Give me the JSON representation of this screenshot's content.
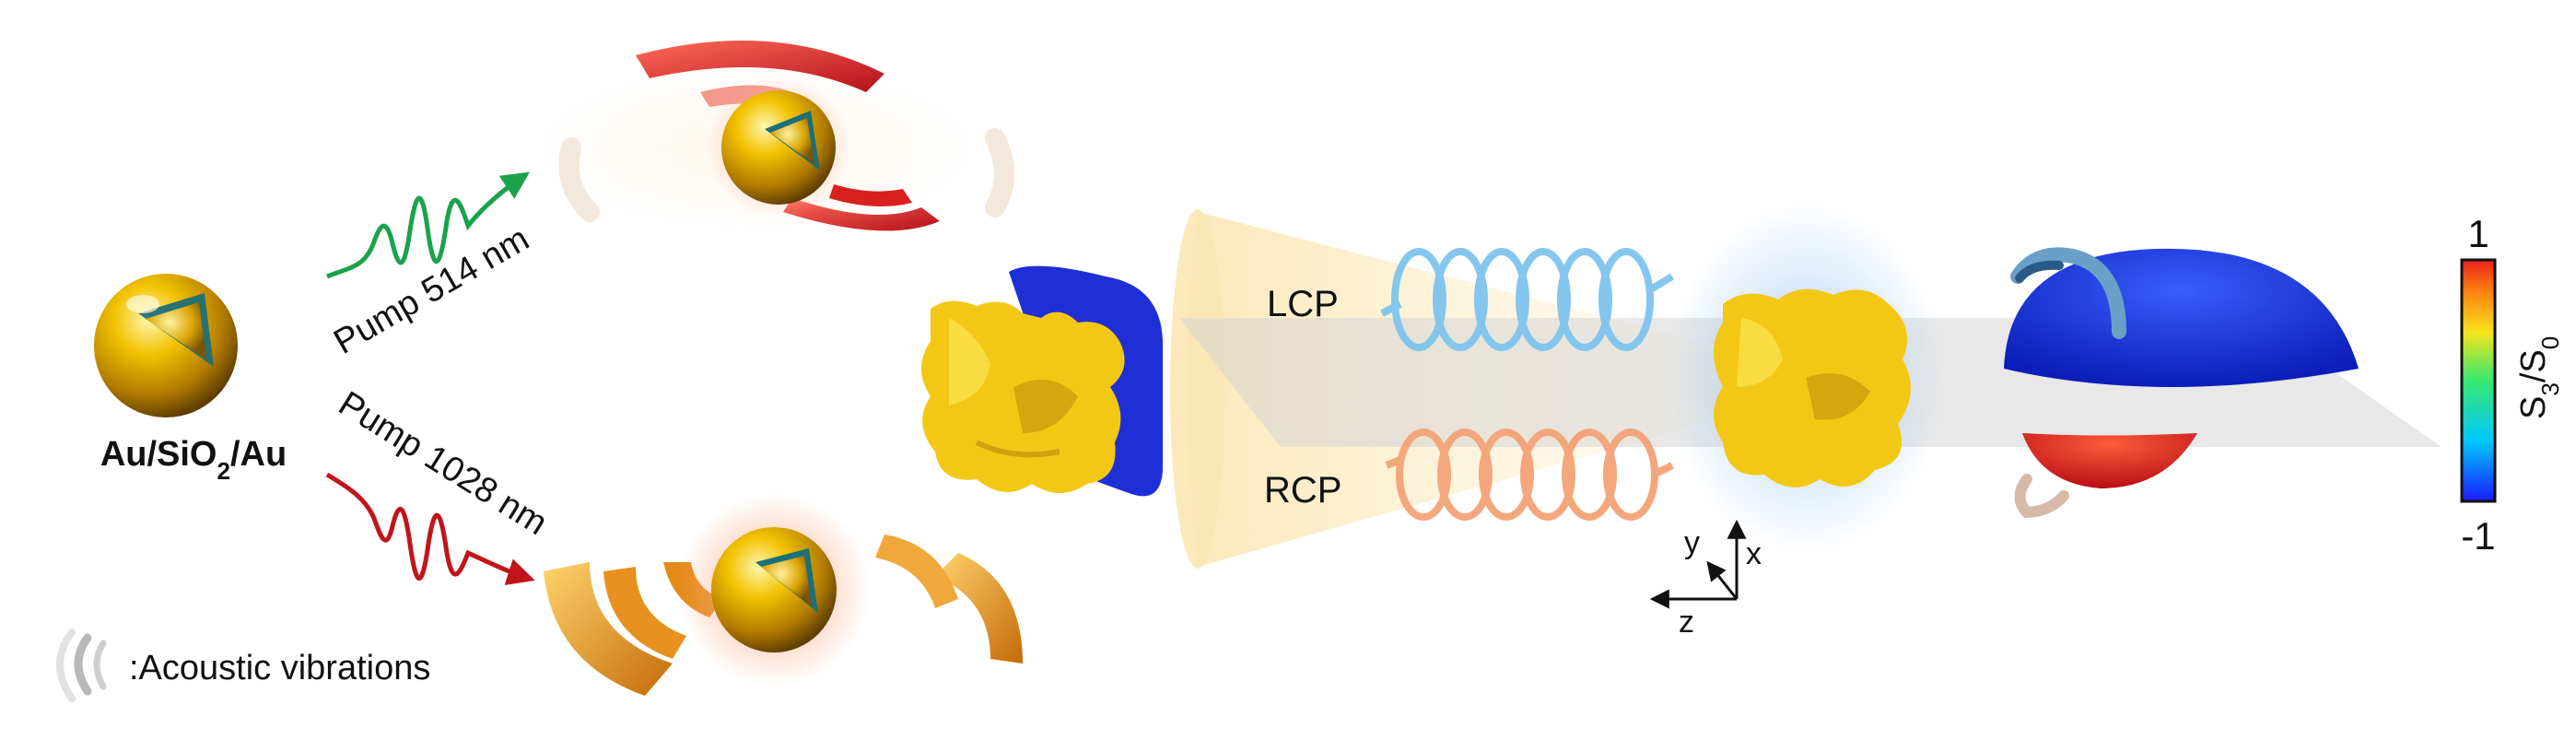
{
  "particle": {
    "name": "Au/SiO",
    "sub_2": "2",
    "suffix": "/Au"
  },
  "pumps": [
    {
      "label": "Pump 514 nm",
      "color": "#1aa34a"
    },
    {
      "label": "Pump 1028 nm",
      "color": "#c0151b"
    }
  ],
  "legend": {
    "text": ":Acoustic vibrations",
    "icon": "acoustic-wave-icon"
  },
  "polarization": {
    "lcp": "LCP",
    "rcp": "RCP",
    "lcp_color": "#7fc4ee",
    "rcp_color": "#f4a377"
  },
  "axes": {
    "y": "y",
    "x": "x",
    "z": "z"
  },
  "colorbar": {
    "max": "1",
    "min": "-1",
    "label_s": "S",
    "label_sub3": "3",
    "label_sep": "/S",
    "label_sub0": "0"
  },
  "colors": {
    "gold": "#f2c200",
    "blue": "#0a2fe0",
    "red": "#d8201f",
    "orange": "#e38a17"
  }
}
